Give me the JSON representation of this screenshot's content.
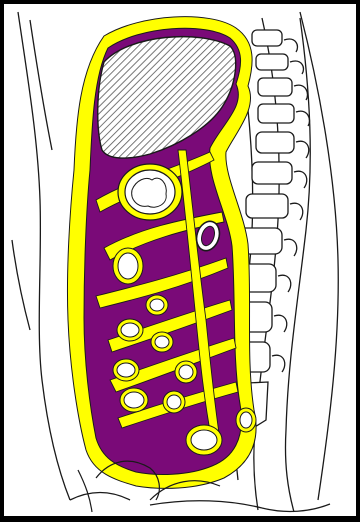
{
  "diagram": {
    "colors": {
      "frame": "#000000",
      "background": "#ffffff",
      "outline": "#1a1a1a",
      "peritoneal_fat": "#ffff00",
      "cavity": "#7a0a78",
      "viscus": "#ffffff",
      "hatch": "#555555"
    },
    "regions": [
      "body-outline",
      "spine",
      "yellow-fat-layer",
      "purple-peritoneal-cavity",
      "liver-hatched",
      "stomach",
      "duodenum",
      "bowel-loops",
      "bladder"
    ]
  }
}
